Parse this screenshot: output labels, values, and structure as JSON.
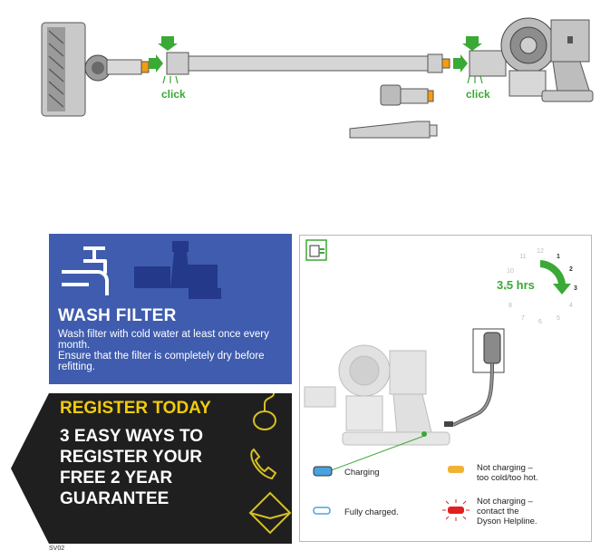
{
  "assembly": {
    "click_left": "click",
    "click_right": "click"
  },
  "wash_filter": {
    "title": "WASH FILTER",
    "lines": [
      "Wash filter with cold water at least once every month.",
      "Ensure that the filter is completely dry before refitting."
    ],
    "background": "#3f5cae"
  },
  "register": {
    "title": "REGISTER TODAY",
    "subtitle_lines": [
      "3 EASY WAYS TO",
      "REGISTER YOUR",
      "FREE 2 YEAR",
      "GUARANTEE"
    ],
    "icons": [
      "mouse-icon",
      "phone-icon",
      "envelope-icon"
    ],
    "title_color": "#f2cb0a"
  },
  "charging": {
    "duration": "3.5 hrs",
    "clock_numbers": [
      "12",
      "1",
      "2",
      "3",
      "4",
      "5",
      "6",
      "7",
      "8",
      "9",
      "10",
      "11"
    ],
    "legend": {
      "charging": "Charging",
      "fully_charged": "Fully charged.",
      "too_cold_hot": [
        "Not charging –",
        "too cold/too hot."
      ],
      "helpline": [
        "Not charging –",
        "contact the",
        "Dyson Helpline."
      ]
    },
    "accent": "#3aa935"
  },
  "footer": {
    "code": "SV02"
  }
}
